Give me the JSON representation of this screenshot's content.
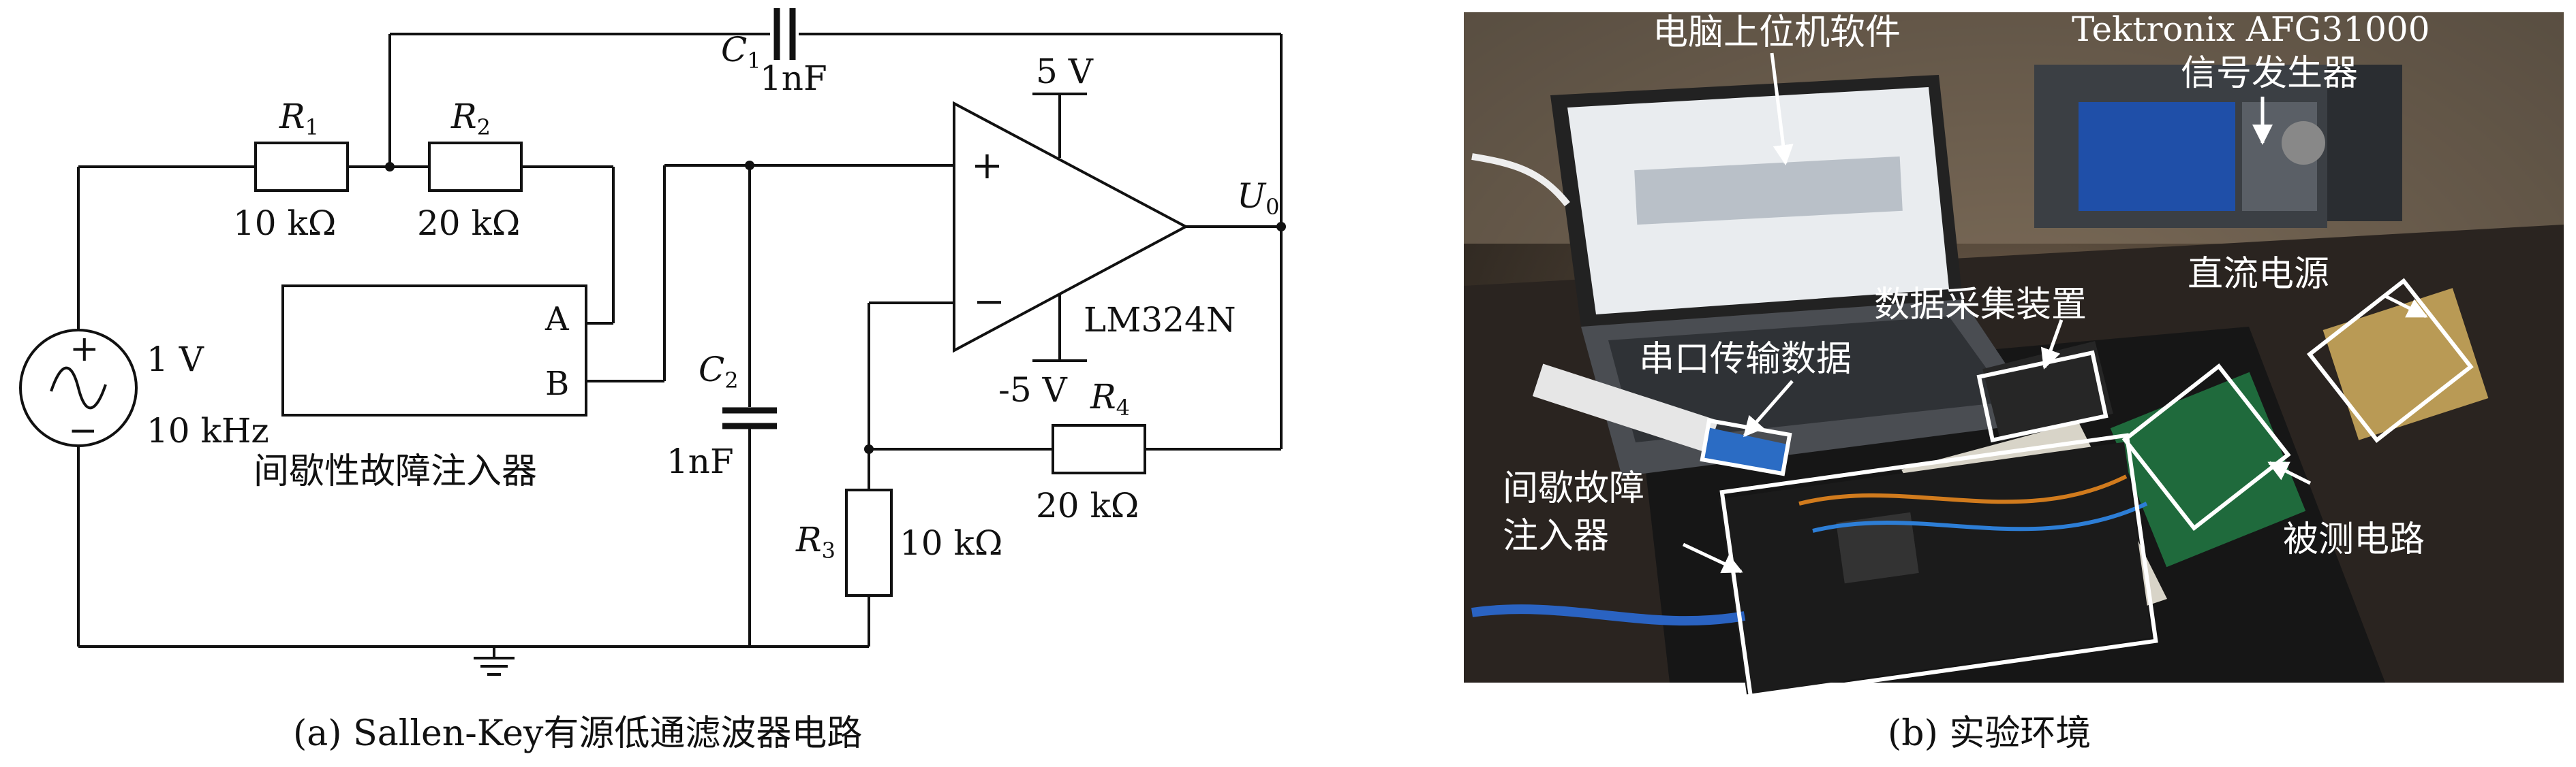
{
  "panel_a": {
    "caption": "(a) Sallen-Key有源低通滤波器电路",
    "source": {
      "voltage": "1 V",
      "frequency": "10 kHz"
    },
    "r1": {
      "name": "R",
      "sub": "1",
      "value": "10 kΩ"
    },
    "r2": {
      "name": "R",
      "sub": "2",
      "value": "20 kΩ"
    },
    "r3": {
      "name": "R",
      "sub": "3",
      "value": "10 kΩ"
    },
    "r4": {
      "name": "R",
      "sub": "4",
      "value": "20 kΩ"
    },
    "c1": {
      "name": "C",
      "sub": "1",
      "value": "1nF"
    },
    "c2": {
      "name": "C",
      "sub": "2",
      "value": "1nF"
    },
    "opamp": {
      "model": "LM324N",
      "vpos": "5 V",
      "vneg": "-5 V",
      "plus": "+",
      "minus": "−"
    },
    "output": {
      "name": "U",
      "sub": "0"
    },
    "injector": {
      "label": "间歇性故障注入器",
      "port_a": "A",
      "port_b": "B"
    },
    "source_plus": "+",
    "source_minus": "−"
  },
  "panel_b": {
    "caption": "(b) 实验环境",
    "labels": {
      "pc": "电脑上位机软件",
      "siggen_line1": "Tektronix AFG31000",
      "siggen_line2": "信号发生器",
      "dc_power": "直流电源",
      "daq": "数据采集装置",
      "serial": "串口传输数据",
      "injector_line1": "间歇故障",
      "injector_line2": "注入器",
      "dut": "被测电路"
    }
  }
}
